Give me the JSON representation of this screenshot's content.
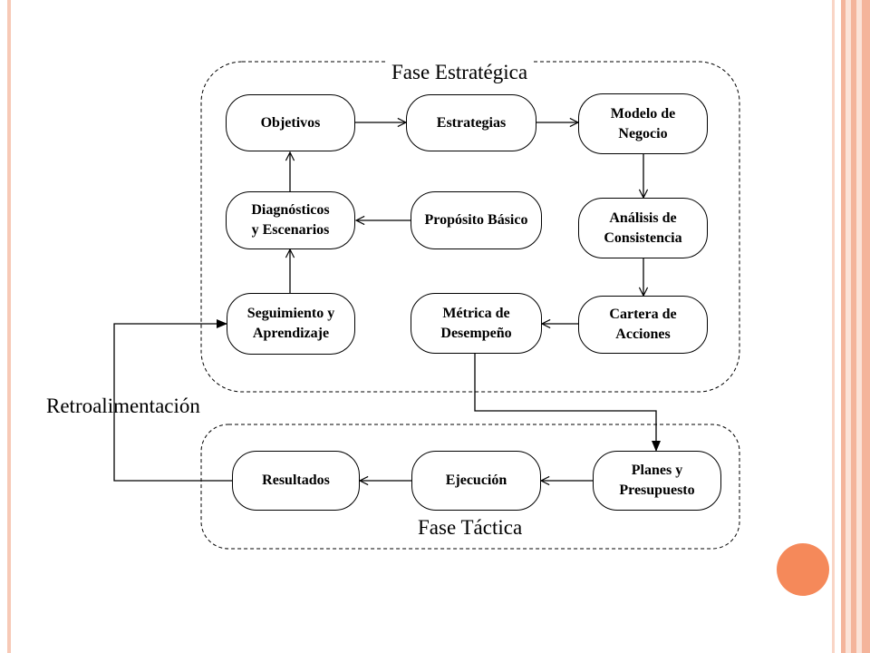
{
  "phases": {
    "strategic": "Fase Estratégica",
    "tactical": "Fase Táctica"
  },
  "feedback_label": "Retroalimentación",
  "nodes": {
    "objetivos": "Objetivos",
    "estrategias": "Estrategias",
    "modelo_negocio": "Modelo de\nNegocio",
    "diagnosticos": "Diagnósticos\ny Escenarios",
    "proposito": "Propósito Básico",
    "analisis": "Análisis de\nConsistencia",
    "seguimiento": "Seguimiento y\nAprendizaje",
    "metrica": "Métrica de\nDesempeño",
    "cartera": "Cartera de\nAcciones",
    "resultados": "Resultados",
    "ejecucion": "Ejecución",
    "planes": "Planes y\nPresupuesto"
  },
  "colors": {
    "accent_dot": "#f5895a",
    "frame": "#f4b49b"
  }
}
